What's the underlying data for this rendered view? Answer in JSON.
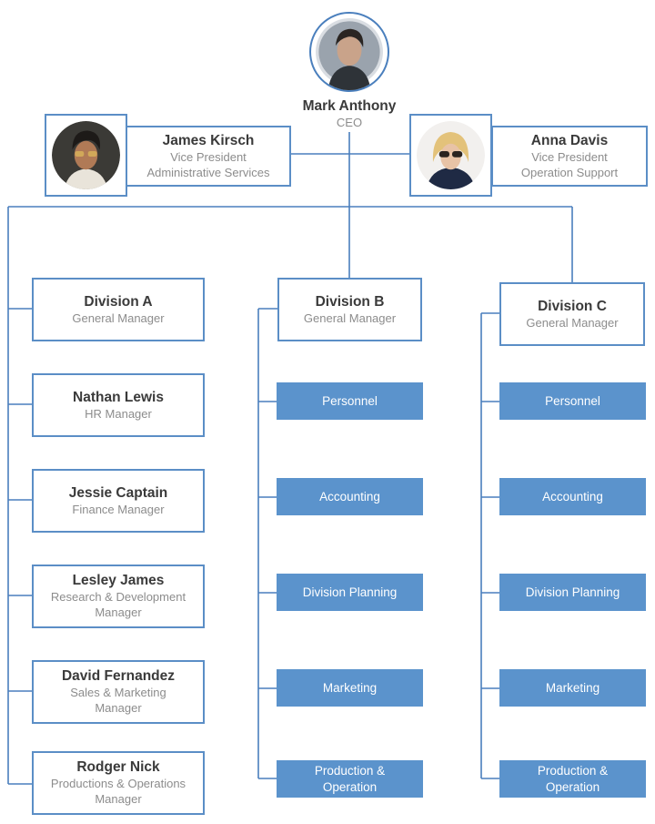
{
  "ceo": {
    "name": "Mark Anthony",
    "title": "CEO",
    "photo_icon": "male-portrait-icon"
  },
  "vp_left": {
    "name": "James Kirsch",
    "title": "Vice President",
    "dept": "Administrative Services",
    "photo_icon": "male-portrait-icon"
  },
  "vp_right": {
    "name": "Anna Davis",
    "title": "Vice President",
    "dept": "Operation Support",
    "photo_icon": "female-portrait-icon"
  },
  "division_a": {
    "name": "Division A",
    "title": "General Manager",
    "staff": [
      {
        "name": "Nathan Lewis",
        "title": "HR Manager"
      },
      {
        "name": "Jessie Captain",
        "title": "Finance Manager"
      },
      {
        "name": "Lesley James",
        "title": "Research & Development Manager"
      },
      {
        "name": "David Fernandez",
        "title": "Sales & Marketing Manager"
      },
      {
        "name": "Rodger Nick",
        "title": "Productions & Operations Manager"
      }
    ]
  },
  "division_b": {
    "name": "Division B",
    "title": "General Manager",
    "departments": [
      "Personnel",
      "Accounting",
      "Division Planning",
      "Marketing",
      "Production & Operation"
    ]
  },
  "division_c": {
    "name": "Division C",
    "title": "General Manager",
    "departments": [
      "Personnel",
      "Accounting",
      "Division Planning",
      "Marketing",
      "Production & Operation"
    ]
  },
  "colors": {
    "line": "#4a7fbd",
    "box_border": "#5b8ec6",
    "dept_fill": "#5b93cc",
    "name_text": "#3a3a3a",
    "sub_text": "#8c8c8c"
  }
}
